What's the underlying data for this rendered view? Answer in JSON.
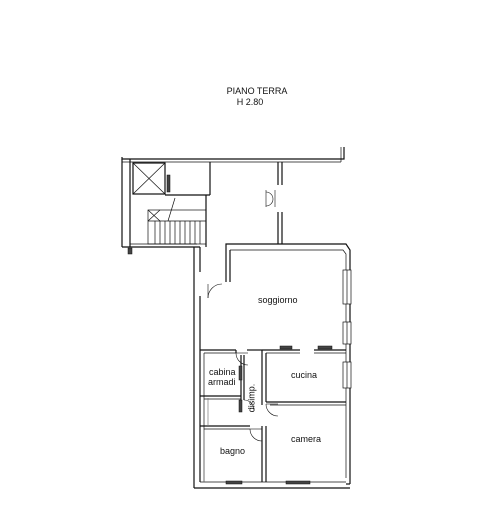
{
  "header": {
    "floor_name": "PIANO TERRA",
    "height": "H 2.80"
  },
  "rooms": {
    "living": "soggiorno",
    "kitchen": "cucina",
    "walkin_line1": "cabina",
    "walkin_line2": "armadi",
    "hall": "disimp.",
    "bath": "bagno",
    "bedroom": "camera"
  }
}
